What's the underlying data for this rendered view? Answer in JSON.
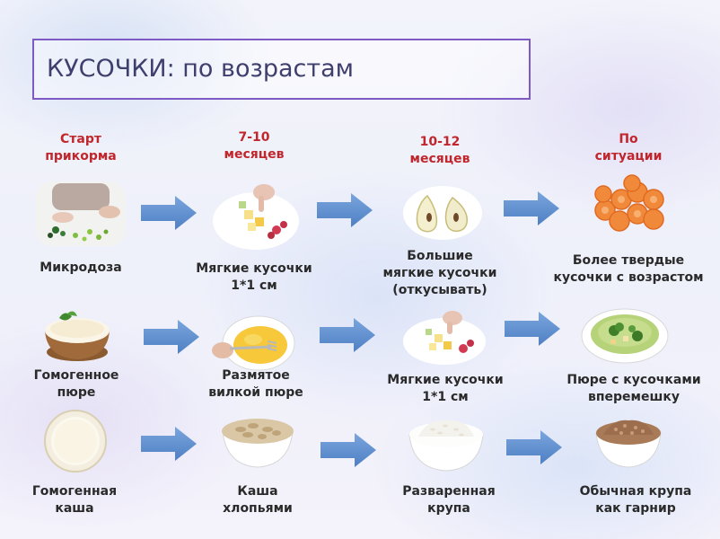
{
  "title": "КУСОЧКИ: по возрастам",
  "columns": [
    {
      "header": "Старт\nприкорма"
    },
    {
      "header": "7-10\nмесяцев"
    },
    {
      "header": "10-12\nмесяцев"
    },
    {
      "header": "По\nситуации"
    }
  ],
  "rows": [
    {
      "items": [
        "Микродоза",
        "Мягкие кусочки\n1*1 см",
        "Большие\nмягкие кусочки\n(откусывать)",
        "Более твердые\nкусочки с возрастом"
      ]
    },
    {
      "items": [
        "Гомогенное\nпюре",
        "Размятое\nвилкой пюре",
        "Мягкие кусочки\n1*1 см",
        "Пюре с кусочками\nвперемешку"
      ]
    },
    {
      "items": [
        "Гомогенная\nкаша",
        "Каша\nхлопьями",
        "Разваренная\nкрупа",
        "Обычная крупа\nкак гарнир"
      ]
    }
  ],
  "colors": {
    "header": "#c0262c",
    "arrow": "#5b8fd0",
    "frame": "#7e5bc4",
    "title": "#3f3f6e"
  }
}
